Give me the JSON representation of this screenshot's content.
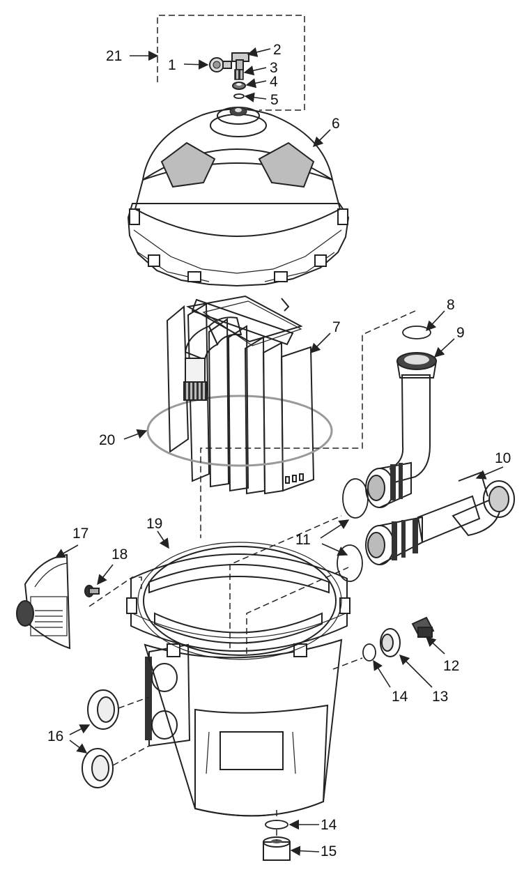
{
  "labels": {
    "p1": "1",
    "p2": "2",
    "p3": "3",
    "p4": "4",
    "p5": "5",
    "p6": "6",
    "p7": "7",
    "p8": "8",
    "p9": "9",
    "p10": "10",
    "p11": "11",
    "p12": "12",
    "p13": "13",
    "p14a": "14",
    "p14b": "14",
    "p15": "15",
    "p16": "16",
    "p17": "17",
    "p18": "18",
    "p19": "19",
    "p20": "20",
    "p21": "21"
  },
  "colors": {
    "light_fill": "#e6e6e6",
    "mid_fill": "#c8c8c8",
    "dark_fill": "#8a8a8a",
    "outline": "#222222",
    "oring": "#999999"
  }
}
